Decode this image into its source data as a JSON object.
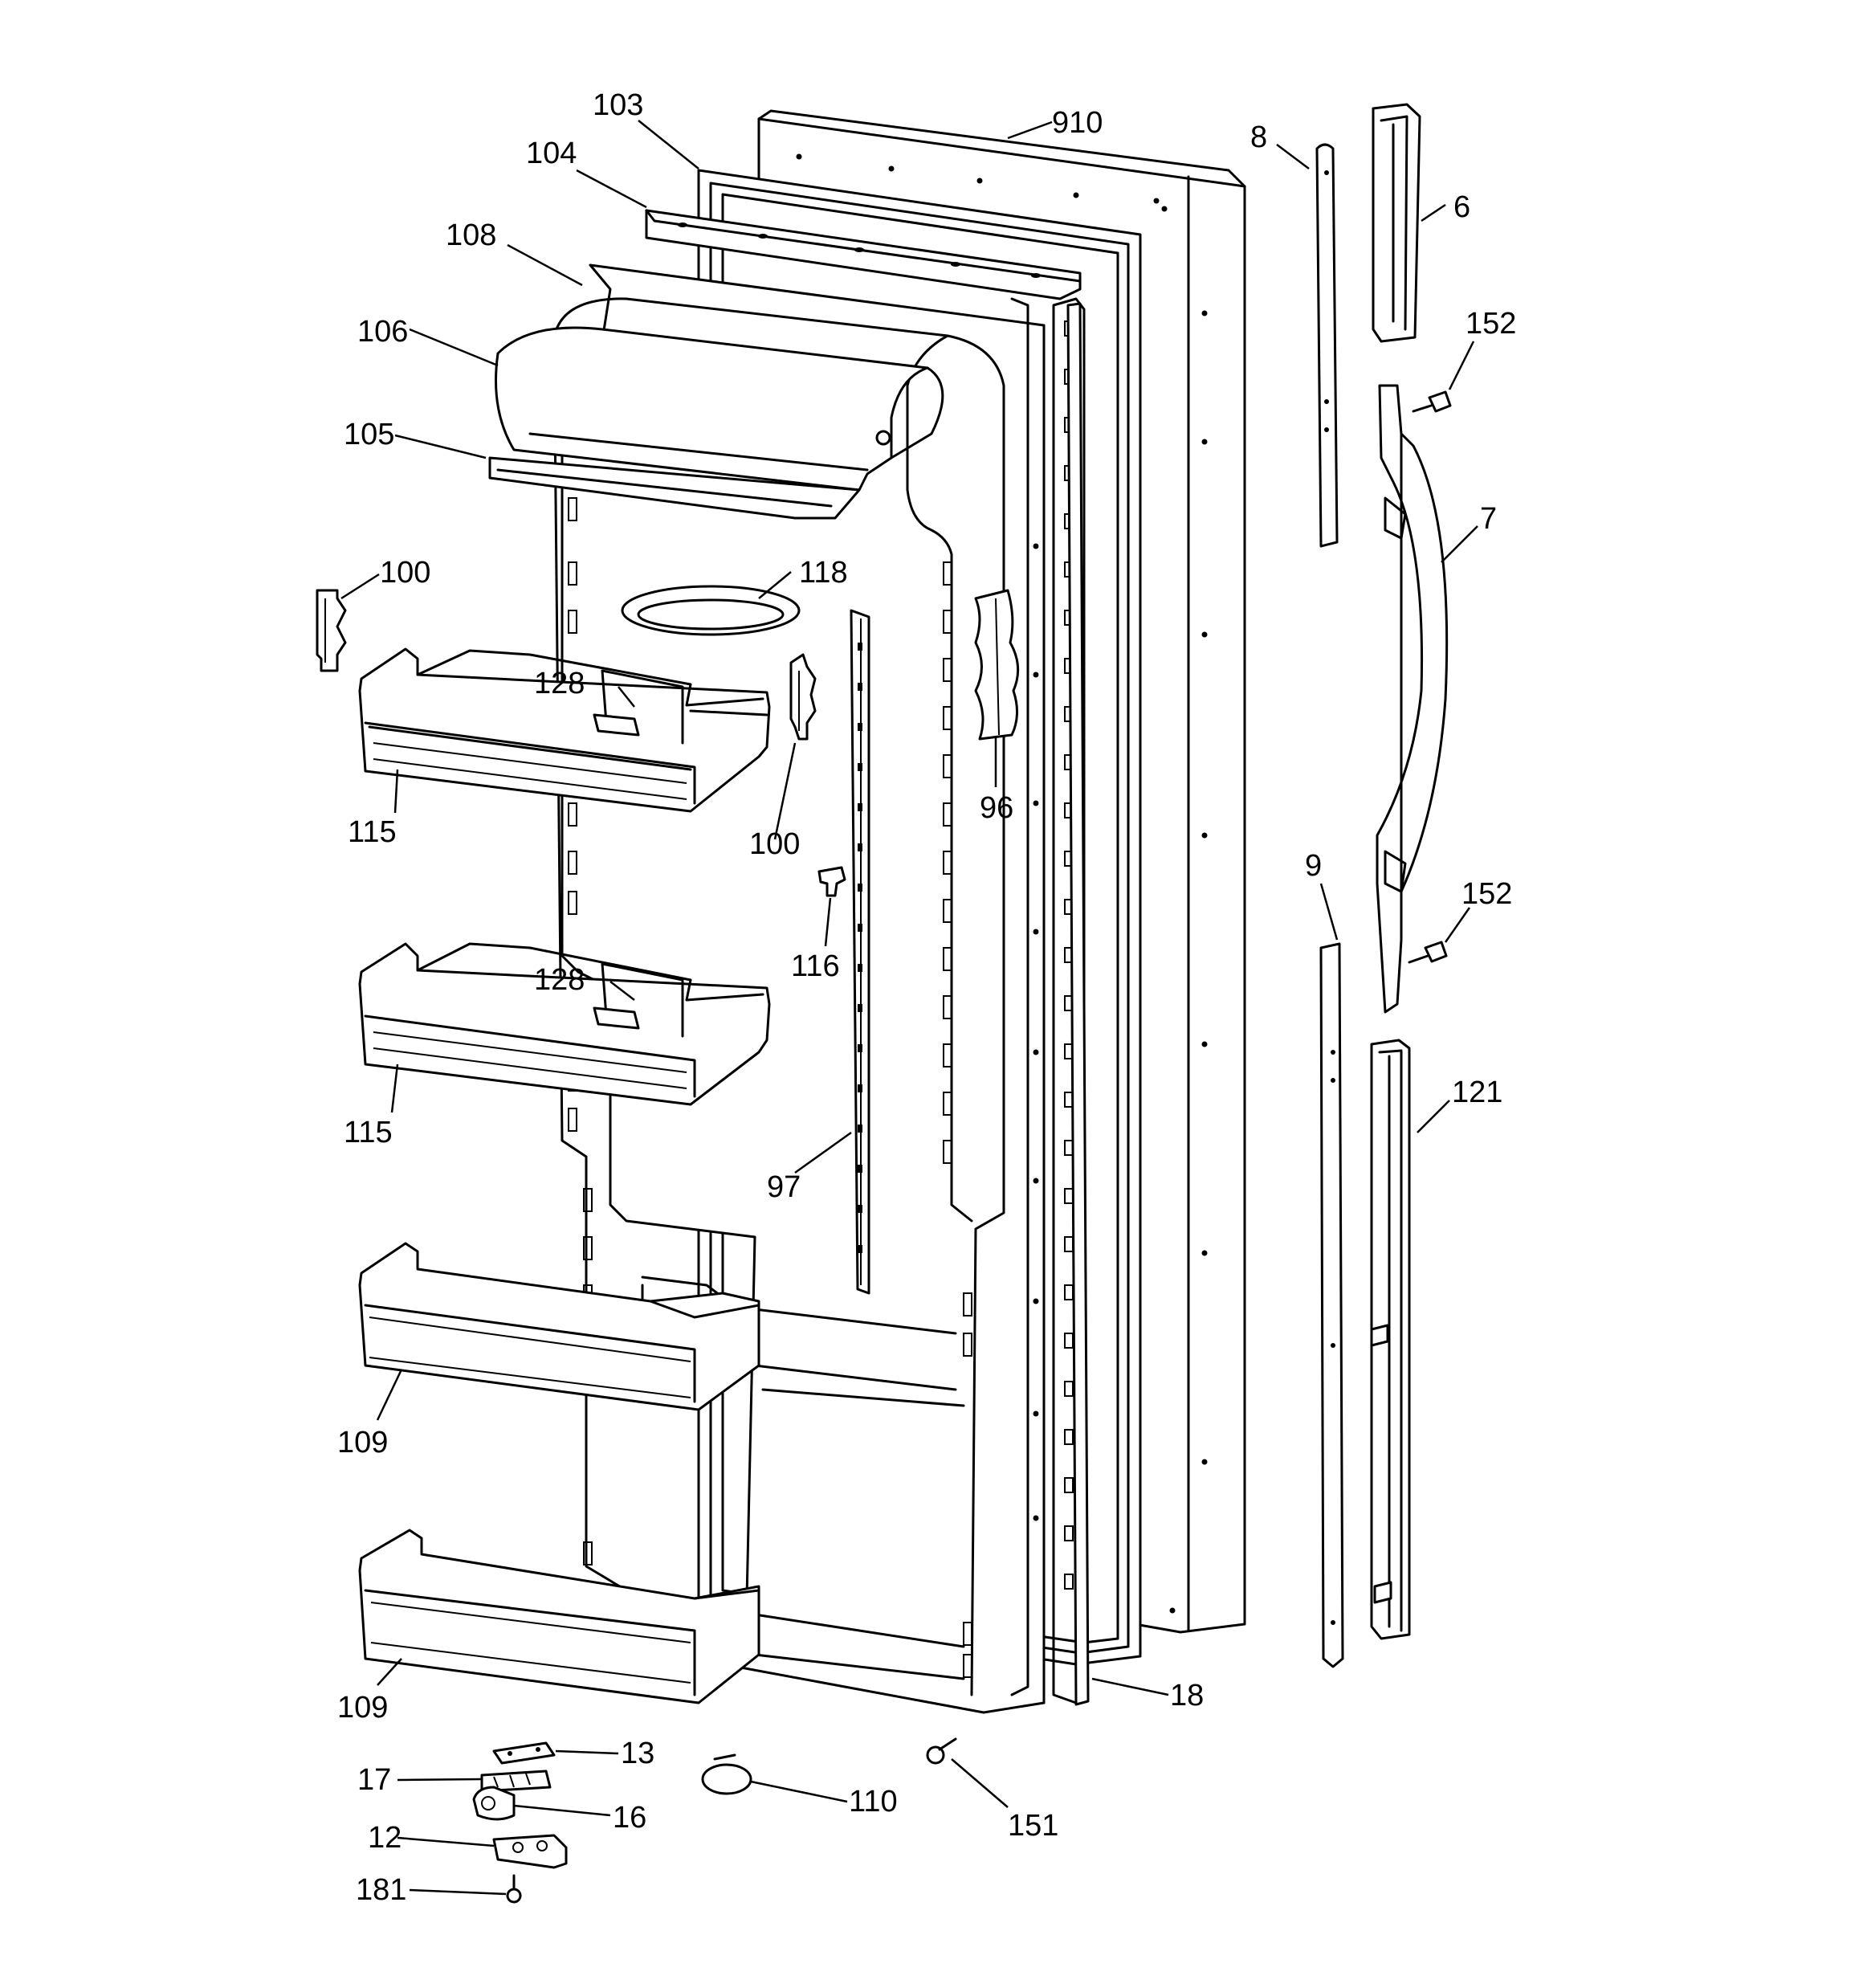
{
  "diagram": {
    "callouts": [
      {
        "id": "c910",
        "label": "910"
      },
      {
        "id": "c103",
        "label": "103"
      },
      {
        "id": "c104",
        "label": "104"
      },
      {
        "id": "c108",
        "label": "108"
      },
      {
        "id": "c106",
        "label": "106"
      },
      {
        "id": "c105",
        "label": "105"
      },
      {
        "id": "c100a",
        "label": "100"
      },
      {
        "id": "c118",
        "label": "118"
      },
      {
        "id": "c128a",
        "label": "128"
      },
      {
        "id": "c115a",
        "label": "115"
      },
      {
        "id": "c100b",
        "label": "100"
      },
      {
        "id": "c96",
        "label": "96"
      },
      {
        "id": "c116",
        "label": "116"
      },
      {
        "id": "c128b",
        "label": "128"
      },
      {
        "id": "c115b",
        "label": "115"
      },
      {
        "id": "c97",
        "label": "97"
      },
      {
        "id": "c109a",
        "label": "109"
      },
      {
        "id": "c109b",
        "label": "109"
      },
      {
        "id": "c18",
        "label": "18"
      },
      {
        "id": "c13",
        "label": "13"
      },
      {
        "id": "c17",
        "label": "17"
      },
      {
        "id": "c16",
        "label": "16"
      },
      {
        "id": "c12",
        "label": "12"
      },
      {
        "id": "c181",
        "label": "181"
      },
      {
        "id": "c110",
        "label": "110"
      },
      {
        "id": "c151",
        "label": "151"
      },
      {
        "id": "c8",
        "label": "8"
      },
      {
        "id": "c6",
        "label": "6"
      },
      {
        "id": "c152a",
        "label": "152"
      },
      {
        "id": "c7",
        "label": "7"
      },
      {
        "id": "c9",
        "label": "9"
      },
      {
        "id": "c152b",
        "label": "152"
      },
      {
        "id": "c121",
        "label": "121"
      }
    ]
  }
}
